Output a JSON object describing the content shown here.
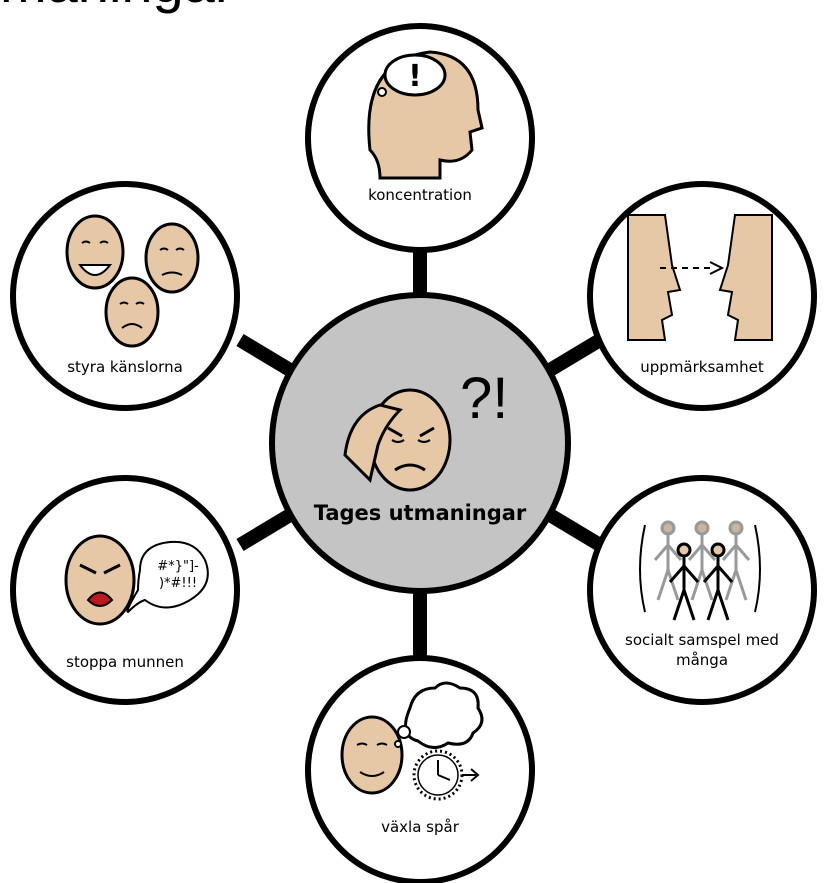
{
  "title": "Tages utmaningar",
  "top_text": "maningar",
  "colors": {
    "ring": "#000000",
    "center_fill": "#c4c4c4",
    "skin": "#e6c7a6",
    "mouth": "#c0161e"
  },
  "center": {
    "label": "Tages utmaningar",
    "marks": "?!"
  },
  "nodes": [
    {
      "id": "koncentration",
      "label": "koncentration",
      "icon": "thinking-head-icon"
    },
    {
      "id": "uppmarksamhet",
      "label": "uppmärksamhet",
      "icon": "two-faces-looking-icon"
    },
    {
      "id": "socialt",
      "label": "socialt samspel med",
      "label2": "många",
      "icon": "group-of-people-icon"
    },
    {
      "id": "vaxla",
      "label": "växla spår",
      "icon": "face-with-clock-icon"
    },
    {
      "id": "stoppa",
      "label": "stoppa munnen",
      "icon": "angry-shouting-face-icon",
      "speech_line1": "#*}\"]-",
      "speech_line2": ")*#!!!"
    },
    {
      "id": "styra",
      "label": "styra känslorna",
      "icon": "three-emotion-faces-icon"
    }
  ]
}
